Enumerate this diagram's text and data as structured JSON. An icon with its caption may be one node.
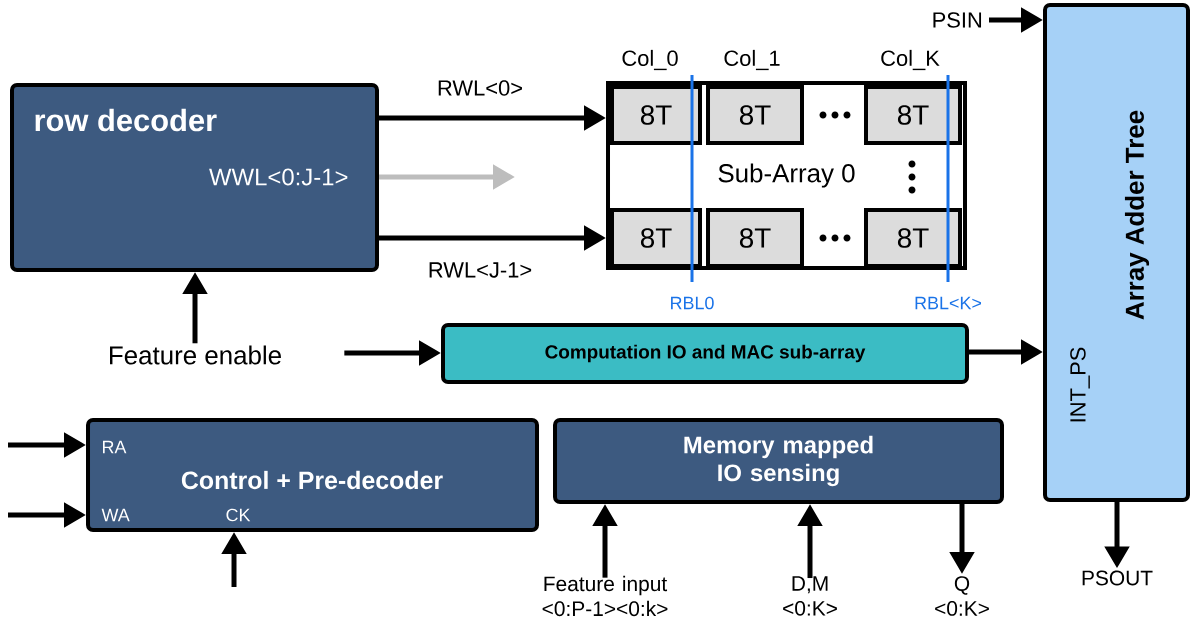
{
  "diagram": {
    "nodes": [
      {
        "text": [
          "row decoder",
          "WWL<0:J-1>"
        ]
      },
      {
        "text": [
          "Sub-Array 0"
        ]
      },
      {
        "text": [
          "8T"
        ],
        "in": 1
      },
      {
        "text": [
          "8T"
        ],
        "in": 1
      },
      {
        "text": [
          "8T"
        ],
        "in": 1
      },
      {
        "text": [
          "8T"
        ],
        "in": 1
      },
      {
        "text": [
          "8T"
        ],
        "in": 1
      },
      {
        "text": [
          "8T"
        ],
        "in": 1
      },
      {
        "text": [
          "Array Adder Tree",
          "INT_PS"
        ]
      },
      {
        "text": [
          "Computation IO and MAC sub-array"
        ]
      },
      {
        "text": [
          "Control + Pre-decoder",
          "RA",
          "WA",
          "CK"
        ]
      },
      {
        "text": [
          "Memory mapped IO sensing"
        ]
      },
      {
        "text": [
          "PSIN"
        ]
      },
      {
        "text": [
          "Feature enable"
        ]
      },
      {
        "text": [
          "Feature input <0:P-1><0:k>"
        ]
      },
      {
        "text": [
          "D,M <0:K>"
        ]
      },
      {
        "text": [
          "Q <0:K>"
        ]
      },
      {
        "text": [
          "PSOUT"
        ]
      }
    ],
    "edges": [
      {
        "from": 0,
        "to": 1,
        "arrow": "to",
        "label": "RWL<0>"
      },
      {
        "from": 0,
        "to": 1,
        "arrow": "to",
        "label": "RWL<J-1>"
      },
      {
        "from": 0,
        "to": null,
        "arrow": "to",
        "color": "#bdbdbd"
      },
      {
        "from": 13,
        "to": 0,
        "arrow": "to"
      },
      {
        "from": 13,
        "to": 9,
        "arrow": "to"
      },
      {
        "from": 9,
        "to": 8,
        "arrow": "to"
      },
      {
        "from": 12,
        "to": 8,
        "arrow": "to"
      },
      {
        "from": null,
        "to": 10,
        "arrow": "to"
      },
      {
        "from": null,
        "to": 10,
        "arrow": "to"
      },
      {
        "from": null,
        "to": 10,
        "arrow": "to"
      },
      {
        "from": 14,
        "to": 11,
        "arrow": "to"
      },
      {
        "from": 15,
        "to": 11,
        "arrow": "to"
      },
      {
        "from": 11,
        "to": 16,
        "arrow": "to"
      },
      {
        "from": 8,
        "to": 17,
        "arrow": "to"
      }
    ],
    "labels": [
      "Col_0",
      "Col_1",
      "Col_K",
      "RBL0",
      "RBL<K>"
    ]
  }
}
